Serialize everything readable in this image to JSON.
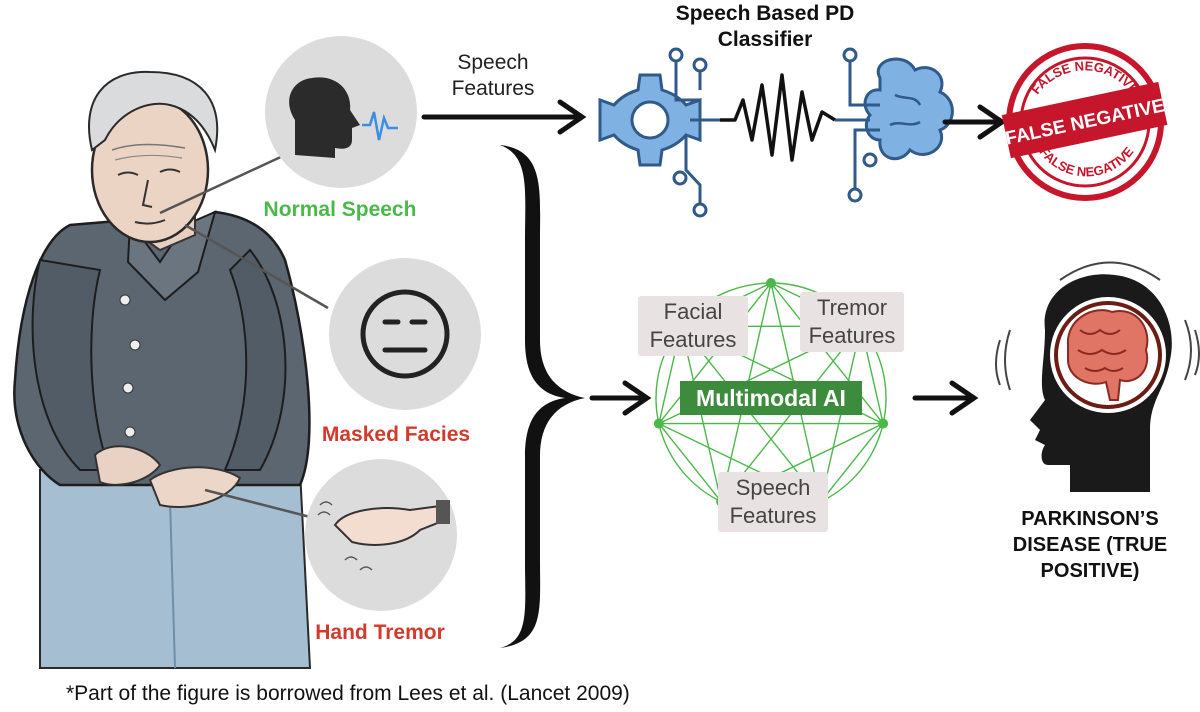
{
  "labels": {
    "normal_speech": "Normal Speech",
    "masked_facies": "Masked Facies",
    "hand_tremor": "Hand Tremor",
    "speech_features_top": "Speech Features",
    "classifier_title": "Speech Based PD Classifier",
    "stamp_text": "FALSE NEGATIVE",
    "facial_features": "Facial Features",
    "tremor_features": "Tremor Features",
    "speech_features_net": "Speech Features",
    "multimodal_ai": "Multimodal AI",
    "parkinsons": "PARKINSON’S DISEASE (TRUE POSITIVE)",
    "footnote": "*Part of the figure is borrowed from Lees et al. (Lancet 2009)"
  },
  "icons": [
    "patient-illustration",
    "speaking-head-icon",
    "neutral-face-icon",
    "trembling-hand-icon",
    "gear-icon",
    "brain-icon",
    "false-negative-stamp",
    "network-graph",
    "head-brain-icon"
  ],
  "colors": {
    "green": "#4bb84a",
    "red": "#d23a2c",
    "ai_box": "#3d8b3d",
    "classifier_blue": "#2f5a8a",
    "classifier_fill": "#7fb1e3",
    "feature_bg": "#e9e2e2"
  }
}
